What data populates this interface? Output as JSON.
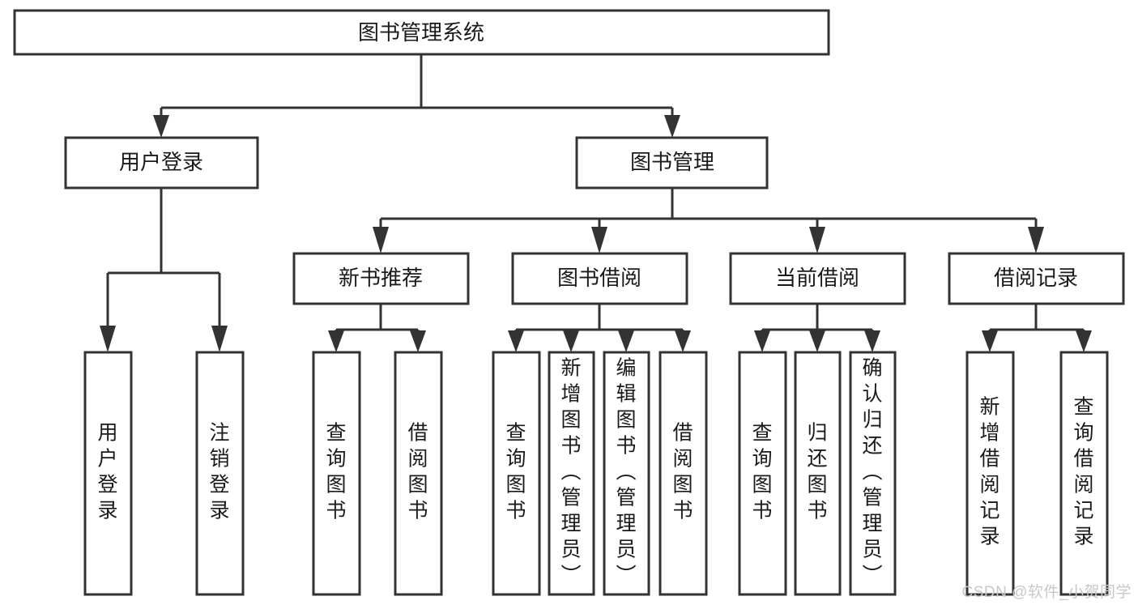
{
  "diagram": {
    "type": "tree-hierarchy-chart",
    "title": "图书管理系统",
    "watermark": "CSDN @软件_小贺同学",
    "levels": [
      {
        "level": 1,
        "nodes": [
          {
            "id": "root",
            "label": "图书管理系统",
            "orientation": "horizontal"
          }
        ]
      },
      {
        "level": 2,
        "nodes": [
          {
            "id": "user-login",
            "label": "用户登录",
            "orientation": "horizontal",
            "parent": "root"
          },
          {
            "id": "book-manage",
            "label": "图书管理",
            "orientation": "horizontal",
            "parent": "root"
          }
        ]
      },
      {
        "level": 3,
        "nodes": [
          {
            "id": "new-book-rec",
            "label": "新书推荐",
            "orientation": "horizontal",
            "parent": "book-manage"
          },
          {
            "id": "book-borrow",
            "label": "图书借阅",
            "orientation": "horizontal",
            "parent": "book-manage"
          },
          {
            "id": "current-borrow",
            "label": "当前借阅",
            "orientation": "horizontal",
            "parent": "book-manage"
          },
          {
            "id": "borrow-record",
            "label": "借阅记录",
            "orientation": "horizontal",
            "parent": "book-manage"
          }
        ]
      },
      {
        "level": 4,
        "nodes": [
          {
            "id": "leaf-user-login",
            "label": "用户登录",
            "orientation": "vertical",
            "parent": "user-login"
          },
          {
            "id": "leaf-logout",
            "label": "注销登录",
            "orientation": "vertical",
            "parent": "user-login"
          },
          {
            "id": "leaf-query-book-1",
            "label": "查询图书",
            "orientation": "vertical",
            "parent": "new-book-rec"
          },
          {
            "id": "leaf-borrow-book-1",
            "label": "借阅图书",
            "orientation": "vertical",
            "parent": "new-book-rec"
          },
          {
            "id": "leaf-query-book-2",
            "label": "查询图书",
            "orientation": "vertical",
            "parent": "book-borrow"
          },
          {
            "id": "leaf-add-book",
            "label": "新增图书（管理员）",
            "orientation": "vertical",
            "parent": "book-borrow"
          },
          {
            "id": "leaf-edit-book",
            "label": "编辑图书（管理员）",
            "orientation": "vertical",
            "parent": "book-borrow"
          },
          {
            "id": "leaf-borrow-book-2",
            "label": "借阅图书",
            "orientation": "vertical",
            "parent": "book-borrow"
          },
          {
            "id": "leaf-query-book-3",
            "label": "查询图书",
            "orientation": "vertical",
            "parent": "current-borrow"
          },
          {
            "id": "leaf-return-book",
            "label": "归还图书",
            "orientation": "vertical",
            "parent": "current-borrow"
          },
          {
            "id": "leaf-confirm-return",
            "label": "确认归还（管理员）",
            "orientation": "vertical",
            "parent": "current-borrow"
          },
          {
            "id": "leaf-add-record",
            "label": "新增借阅记录",
            "orientation": "vertical",
            "parent": "borrow-record"
          },
          {
            "id": "leaf-query-record",
            "label": "查询借阅记录",
            "orientation": "vertical",
            "parent": "borrow-record"
          }
        ]
      }
    ],
    "colors": {
      "box_stroke": "#333333",
      "box_fill": "#ffffff",
      "text": "#1a1a1a",
      "background": "#ffffff",
      "watermark": "#c8c8c8"
    }
  }
}
